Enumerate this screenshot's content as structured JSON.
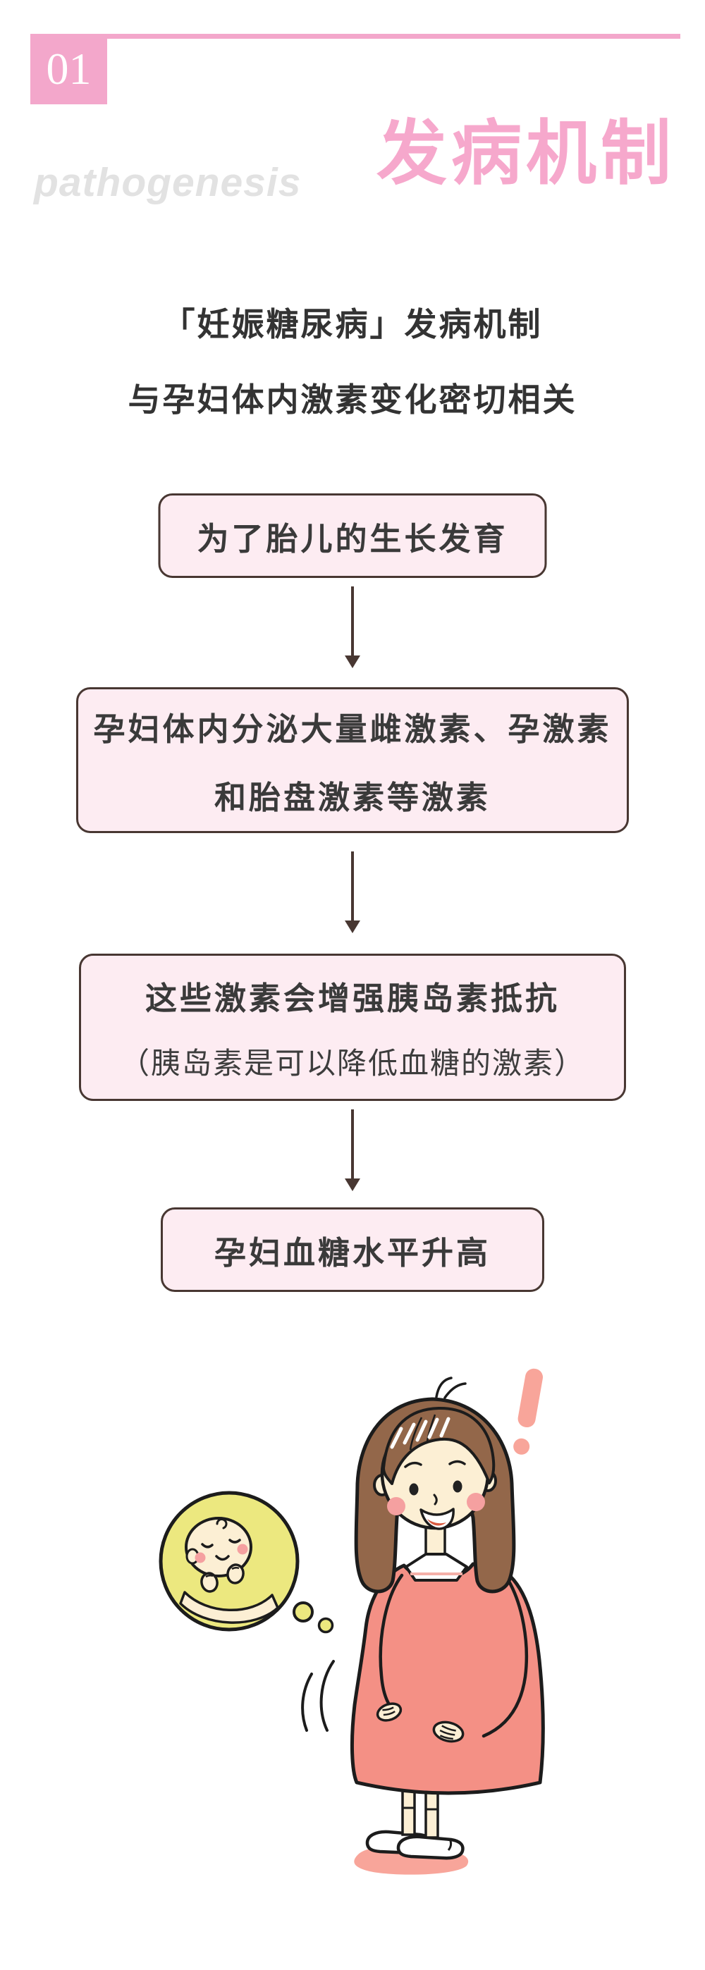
{
  "header": {
    "section_number": "01",
    "subtitle_en": "pathogenesis",
    "title_cn": "发病机制"
  },
  "intro": {
    "line1": "「妊娠糖尿病」发病机制",
    "line2": "与孕妇体内激素变化密切相关"
  },
  "flowchart": {
    "steps": [
      {
        "lines": [
          "为了胎儿的生长发育"
        ]
      },
      {
        "lines": [
          "孕妇体内分泌大量雌激素、孕激素",
          "和胎盘激素等激素"
        ]
      },
      {
        "lines": [
          "这些激素会增强胰岛素抵抗"
        ],
        "note": "（胰岛素是可以降低血糖的激素）"
      },
      {
        "lines": [
          "孕妇血糖水平升高"
        ]
      }
    ]
  },
  "illustration": {
    "icons": [
      "pregnant-woman-icon",
      "baby-thought-bubble-icon",
      "exclamation-icon"
    ]
  },
  "colors": {
    "accent_pink": "#f3a7cb",
    "title_pink": "#f6a8cc",
    "box_fill": "#fdecf2",
    "box_border": "#483732",
    "text_dark": "#3a3a3a",
    "subtitle_gray": "#e2e2e2",
    "dress_salmon": "#f49085",
    "bubble_yellow": "#ece87f",
    "skin_cream": "#fcefd4",
    "hair_brown": "#93674a",
    "blush_pink": "#f5a0a0"
  }
}
